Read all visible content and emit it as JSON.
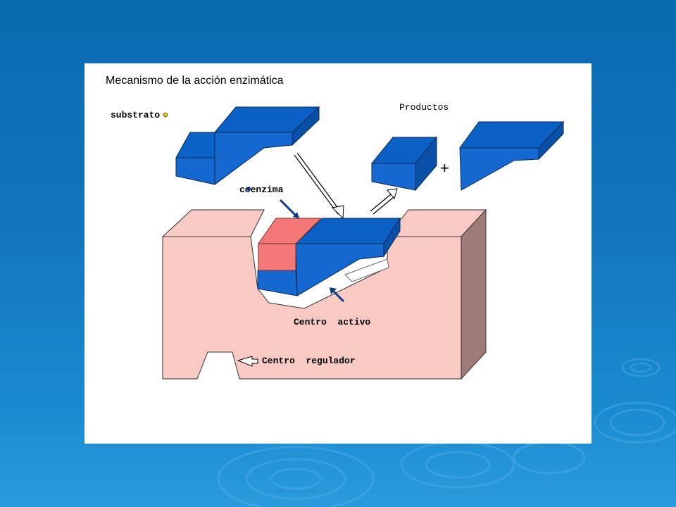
{
  "slide": {
    "title": "Mecanismo de la acción enzimática"
  },
  "labels": {
    "substrate": "substrato",
    "products": "Productos",
    "plus": "+",
    "coenzyme": "coenzima",
    "active_site": "Centro  activo",
    "regulatory_site": "Centro  regulador"
  },
  "colors": {
    "substrate_blue": "#0b63c8",
    "enzyme_pink": "#f9c9c4",
    "coenzyme_red": "#f47878",
    "background_blue": "#1275bd"
  }
}
